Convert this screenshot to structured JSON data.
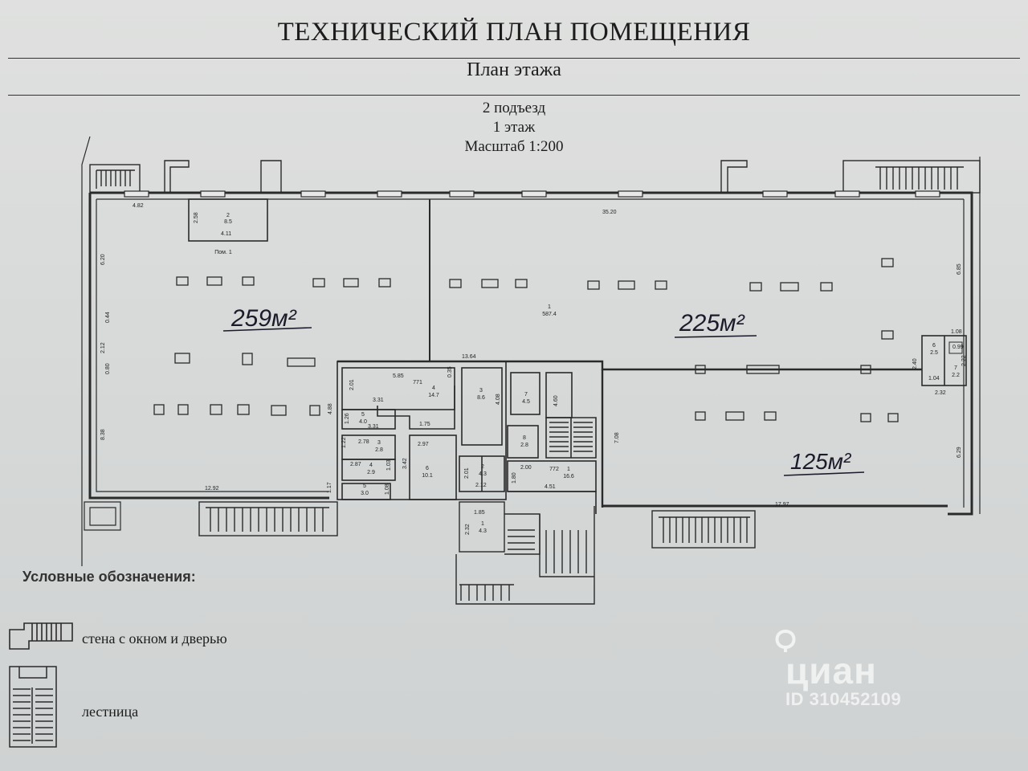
{
  "header": {
    "title": "ТЕХНИЧЕСКИЙ ПЛАН ПОМЕЩЕНИЯ",
    "subtitle": "План этажа"
  },
  "plan_info": {
    "entrance": "2 подъезд",
    "floor": "1 этаж",
    "scale": "Масштаб 1:200"
  },
  "handwritten_areas": [
    {
      "label": "259м²"
    },
    {
      "label": "225м²"
    },
    {
      "label": "125м²"
    }
  ],
  "dimensions": {
    "d_4_82": "4.82",
    "d_35_20": "35.20",
    "d_6_20": "6.20",
    "d_0_44": "0.44",
    "d_2_12": "2.12",
    "d_0_80": "0.80",
    "d_8_38": "8.38",
    "d_12_92": "12.92",
    "d_1_17": "1.17",
    "d_4_88": "4.88",
    "d_13_64": "13.64",
    "d_6_85": "6.85",
    "d_1_08": "1.08",
    "d_0_99": "0.99",
    "d_2_40": "2.40",
    "d_2_22": "2.22",
    "d_1_04": "1.04",
    "d_2_32": "2.32",
    "d_7_08": "7.08",
    "d_6_29": "6.29",
    "d_17_97": "17.97",
    "d_2_58": "2.58",
    "d_4_11": "4.11",
    "d_5_85": "5.85",
    "d_0_35": "0.35",
    "d_2_01": "2.01",
    "d_3_31": "3.31",
    "d_1_26": "1.26",
    "d_3_31b": "3.31",
    "d_1_75": "1.75",
    "d_4_08": "4.08",
    "d_4_60": "4.60",
    "d_1_22": "1.22",
    "d_2_78": "2.78",
    "d_2_97": "2.97",
    "d_2_87": "2.87",
    "d_1_03": "1.03",
    "d_3_42": "3.42",
    "d_2_01b": "2.01",
    "d_2_12b": "2.12",
    "d_2_00": "2.00",
    "d_1_80": "1.80",
    "d_4_51": "4.51",
    "d_1_08b": "1.08",
    "d_1_85": "1.85",
    "d_2_32b": "2.32"
  },
  "rooms": {
    "r1_main": {
      "num": "1",
      "area": "587.4"
    },
    "r2_top": {
      "num": "2",
      "area": "8.5"
    },
    "pom1": "Пом. 1",
    "r771": "771",
    "r4_center": {
      "num": "4",
      "area": "14.7"
    },
    "r3_center": {
      "num": "3",
      "area": "8.6"
    },
    "r5_left": {
      "num": "5",
      "area": "4.0"
    },
    "r3_small": {
      "num": "3",
      "area": "2.8"
    },
    "r4_small": {
      "num": "4",
      "area": "2.9"
    },
    "r5_small": {
      "num": "5",
      "area": "3.0"
    },
    "r6_mid": {
      "num": "6",
      "area": "10.1"
    },
    "r2_mid": {
      "num": "2",
      "area": "4.3"
    },
    "r7_mid": {
      "num": "7",
      "area": "4.5"
    },
    "r8_mid": {
      "num": "8",
      "area": "2.8"
    },
    "r772": "772",
    "r1_mid": {
      "num": "1",
      "area": "16.6"
    },
    "r1_bottom": {
      "num": "1",
      "area": "4.3"
    },
    "r6_right": {
      "num": "6",
      "area": "2.5"
    },
    "r7_right": {
      "num": "7",
      "area": "2.2"
    }
  },
  "legend": {
    "title": "Условные обозначения:",
    "wall_label": "стена с окном и дверью",
    "stairs_label": "лестница"
  },
  "watermark": {
    "logo": "циан",
    "id": "ID 310452109"
  }
}
